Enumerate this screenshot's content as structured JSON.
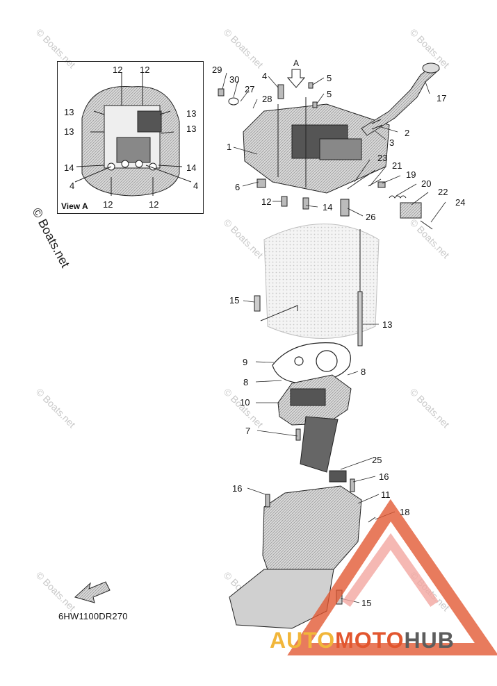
{
  "watermark": "© Boats.net",
  "side_watermark": "© Boats.net",
  "view_label": "View A",
  "view_arrow_letter": "A",
  "diagram_code": "6HW1100DR270",
  "brand": {
    "part1": "AUTO",
    "part2": "MOTO",
    "part3": "HUB"
  },
  "callouts": {
    "c1": "1",
    "c2": "2",
    "c3": "3",
    "c4": "4",
    "c5a": "5",
    "c5b": "5",
    "c6": "6",
    "c7": "7",
    "c8a": "8",
    "c8b": "8",
    "c9": "9",
    "c10": "10",
    "c11": "11",
    "c12": "12",
    "c13": "13",
    "c14": "14",
    "c15a": "15",
    "c15b": "15",
    "c16a": "16",
    "c16b": "16",
    "c17": "17",
    "c18": "18",
    "c19": "19",
    "c20": "20",
    "c21": "21",
    "c22": "22",
    "c23": "23",
    "c24": "24",
    "c25": "25",
    "c26": "26",
    "c27": "27",
    "c28": "28",
    "c29": "29",
    "c30": "30"
  },
  "view_callouts": {
    "v12a": "12",
    "v12b": "12",
    "v12c": "12",
    "v12d": "12",
    "v13a": "13",
    "v13b": "13",
    "v13c": "13",
    "v13d": "13",
    "v14a": "14",
    "v14b": "14",
    "v4a": "4",
    "v4b": "4"
  },
  "colors": {
    "line": "#222222",
    "part_fill": "#bdbdbd",
    "part_dark": "#6e6e6e",
    "watermark": "#c9c9c9",
    "logo_red": "#e2562f",
    "logo_pink": "#f3a6a0"
  }
}
